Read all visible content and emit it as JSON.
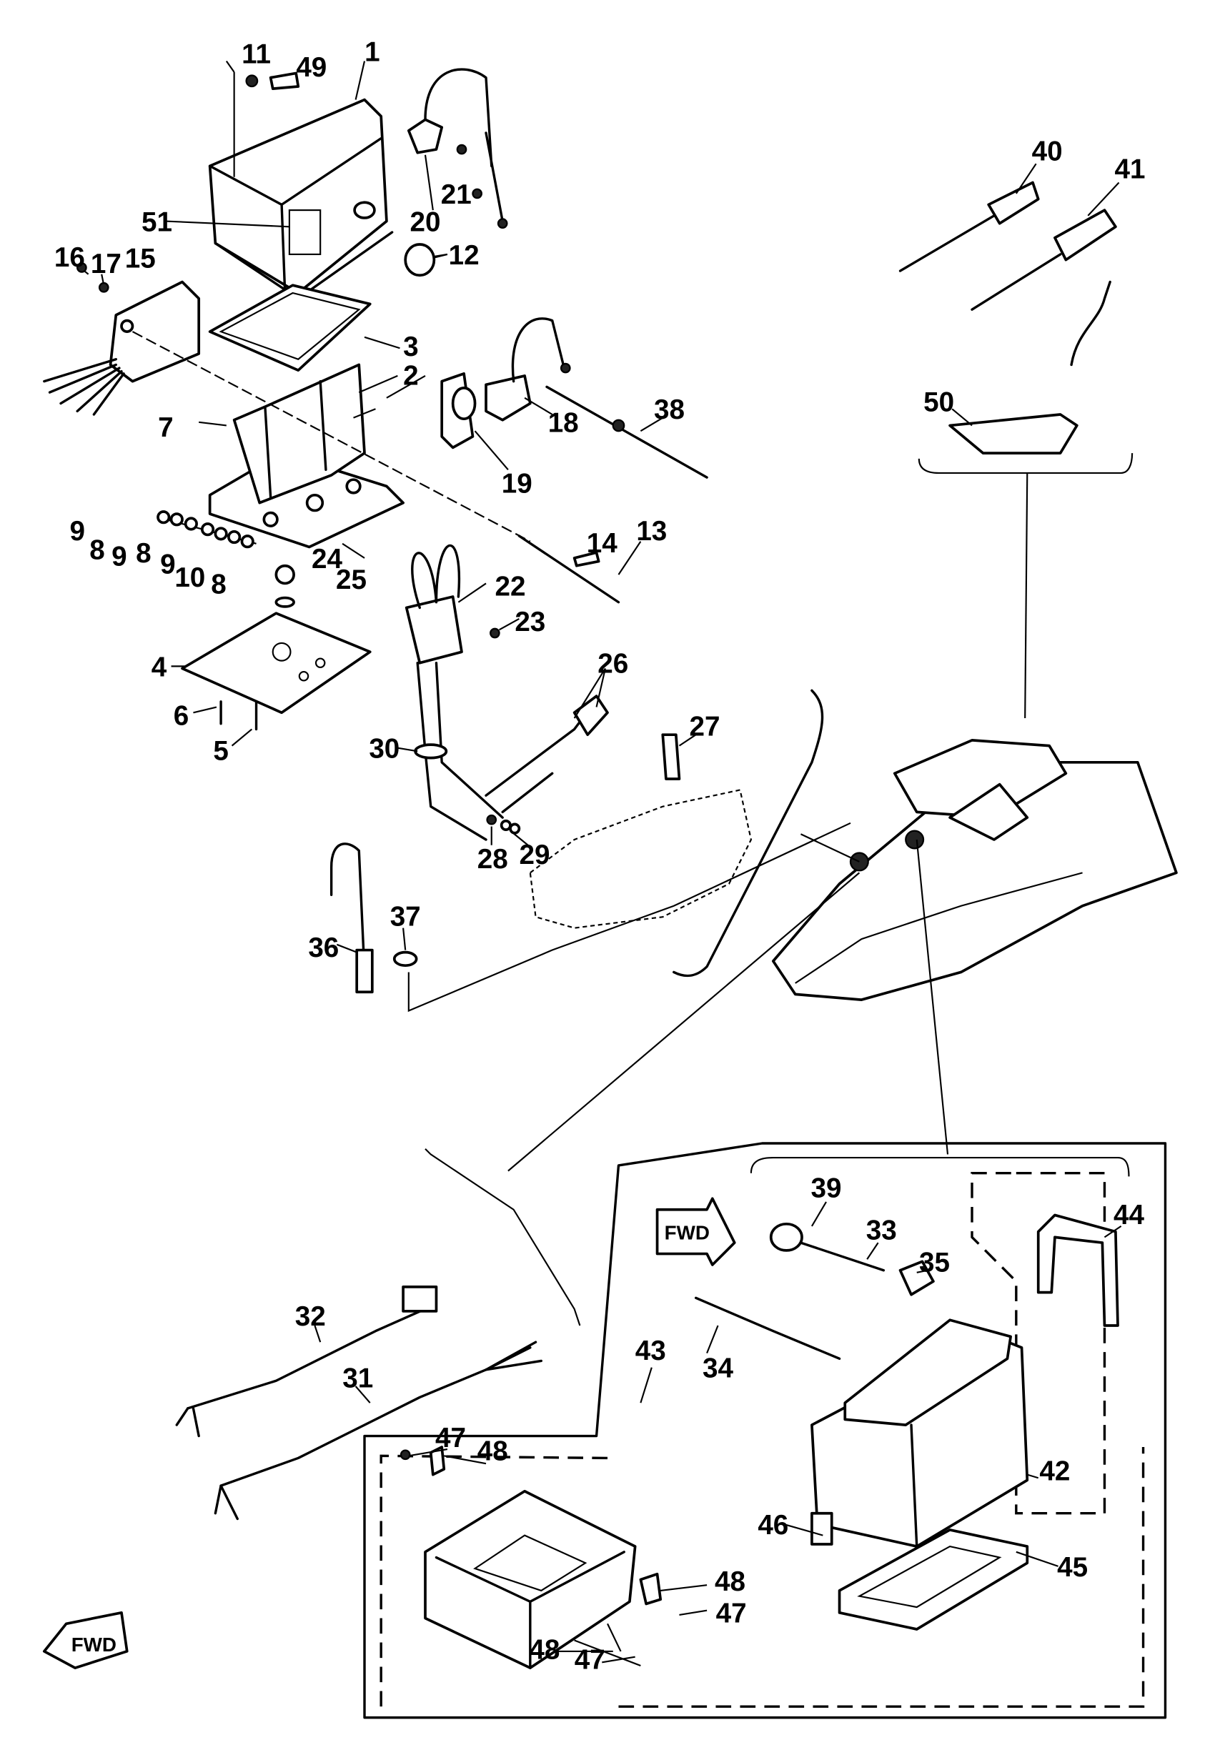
{
  "callouts": [
    "1",
    "2",
    "3",
    "4",
    "5",
    "6",
    "7",
    "8",
    "9",
    "10",
    "11",
    "12",
    "13",
    "14",
    "15",
    "16",
    "17",
    "18",
    "19",
    "20",
    "21",
    "22",
    "23",
    "24",
    "25",
    "26",
    "27",
    "28",
    "29",
    "30",
    "31",
    "32",
    "33",
    "34",
    "35",
    "36",
    "37",
    "38",
    "39",
    "40",
    "41",
    "42",
    "43",
    "44",
    "45",
    "46",
    "47",
    "48",
    "49",
    "50",
    "51"
  ],
  "repeat_callouts": {
    "n8b": "8",
    "n8c": "8",
    "n9b": "9",
    "n9c": "9",
    "n47b": "47",
    "n47c": "47",
    "n48b": "48",
    "n48c": "48"
  },
  "fwd_label": "FWD"
}
